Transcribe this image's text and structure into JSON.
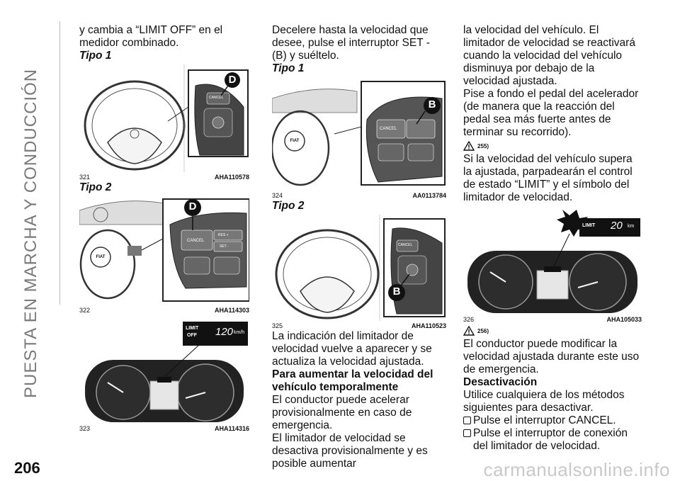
{
  "side_title": "PUESTA EN MARCHA Y CONDUCCIÓN",
  "page_number": "206",
  "watermark": "carmanualsonline.info",
  "col1": {
    "intro": "y cambia a “LIMIT OFF” en el medidor combinado.",
    "tipo1": "Tipo 1",
    "fig321": {
      "num": "321",
      "code": "AHA110578",
      "letter": "D",
      "cancel": "CANCEL"
    },
    "tipo2": "Tipo 2",
    "fig322": {
      "num": "322",
      "code": "AHA114303",
      "letter": "D",
      "cancel": "CANCEL",
      "res": "RES +",
      "set": "SET -",
      "fiat": "FIAT"
    },
    "fig323": {
      "num": "323",
      "code": "AHA114316",
      "limit": "LIMIT",
      "off": "OFF",
      "speed": "120",
      "unit": "km/h"
    }
  },
  "col2": {
    "intro": "Decelere hasta la velocidad que desee, pulse el interruptor SET - (B) y suéltelo.",
    "tipo1": "Tipo 1",
    "fig324": {
      "num": "324",
      "code": "AA0113784",
      "letter": "B",
      "cancel": "CANCEL",
      "fiat": "FIAT"
    },
    "tipo2": "Tipo 2",
    "fig325": {
      "num": "325",
      "code": "AHA110523",
      "letter": "B",
      "cancel": "CANCEL"
    },
    "p1": "La indicación del limitador de velocidad vuelve a aparecer y se actualiza la velocidad ajustada.",
    "h1": "Para aumentar la velocidad del vehículo temporalmente",
    "p2": "El conductor puede acelerar provisionalmente en caso de emergencia.",
    "p3": "El limitador de velocidad se desactiva provisionalmente y es posible aumentar"
  },
  "col3": {
    "p1": "la velocidad del vehículo. El limitador de velocidad se reactivará cuando la velocidad del vehículo disminuya por debajo de la velocidad ajustada.",
    "p2": "Pise a fondo el pedal del acelerador (de manera que la reacción del pedal sea más fuerte antes de terminar su recorrido).",
    "warn1": "255)",
    "p3": "Si la velocidad del vehículo supera la ajustada, parpadearán el control de estado “LIMIT” y el símbolo del limitador de velocidad.",
    "fig326": {
      "num": "326",
      "code": "AHA105033",
      "limit": "LIMIT",
      "speed": "20",
      "unit": "km"
    },
    "warn2": "256)",
    "p4": "El conductor puede modificar la velocidad ajustada durante este uso de emergencia.",
    "h1": "Desactivación",
    "p5": "Utilice cualquiera de los métodos siguientes para desactivar.",
    "b1": "Pulse el interruptor CANCEL.",
    "b2": "Pulse el interruptor de conexión del limitador de velocidad."
  }
}
